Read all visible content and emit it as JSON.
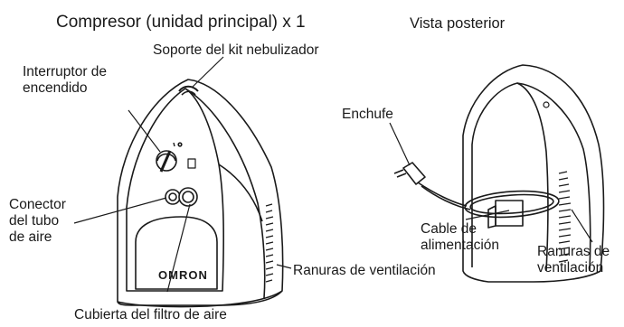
{
  "titles": {
    "main_unit": "Compresor (unidad principal) x 1",
    "rear_view": "Vista posterior"
  },
  "labels": {
    "nebulizer_holder": "Soporte del kit nebulizador",
    "power_switch_line1": "Interruptor de",
    "power_switch_line2": "encendido",
    "air_tube_connector_line1": "Conector",
    "air_tube_connector_line2": "del tubo",
    "air_tube_connector_line3": "de aire",
    "vent_slots_front": "Ranuras de ventilación",
    "air_filter_cover": "Cubierta del filtro de aire",
    "plug": "Enchufe",
    "power_cable_line1": "Cable de",
    "power_cable_line2": "alimentación",
    "vent_slots_rear_line1": "Ranuras de",
    "vent_slots_rear_line2": "ventilación"
  },
  "brand": {
    "logo": "OMRON"
  }
}
